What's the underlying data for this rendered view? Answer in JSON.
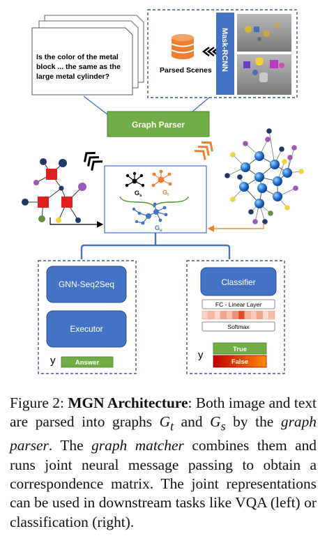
{
  "figure": {
    "question": [
      "Is the color of the metal",
      "block ... the same as the",
      "large metal cylinder?"
    ],
    "parsed_scenes_label": "Parsed Scenes",
    "mask_rcnn_label": "Mask-RCNN",
    "graph_parser_label": "Graph Parser",
    "matcher": {
      "gs": "G",
      "gs_sub": "s",
      "gt": "G",
      "gt_sub": "t",
      "gu": "G",
      "gu_sub": "u"
    },
    "left_task": {
      "gnn_label": "GNN-Seq2Seq",
      "executor_label": "Executor",
      "y_label": "y",
      "answer_label": "Answer"
    },
    "right_task": {
      "classifier_label": "Classifier",
      "fc_label": "FC - Linear Layer",
      "softmax_label": "Softmax",
      "y_label": "y",
      "true_label": "True",
      "false_label": "False"
    },
    "colors": {
      "green": "#70ad47",
      "blue": "#4472c4",
      "orange": "#ed7d31",
      "navy": "#1f3864",
      "red": "#c00000"
    }
  },
  "caption": {
    "label": "Figure 2:",
    "title": "MGN Architecture",
    "t1": ": Both image and text are parsed into graphs ",
    "gt_main": "G",
    "gt_sub": "t",
    "t2": " and ",
    "gs_main": "G",
    "gs_sub": "s",
    "t3": " by the ",
    "graph_parser": "graph parser",
    "t4": ". The ",
    "graph_matcher": "graph matcher",
    "t5": " combines them and runs joint neural message passing to obtain a correspondence matrix. The joint representations can be used in downstream tasks like VQA (left) or classification (right)."
  }
}
